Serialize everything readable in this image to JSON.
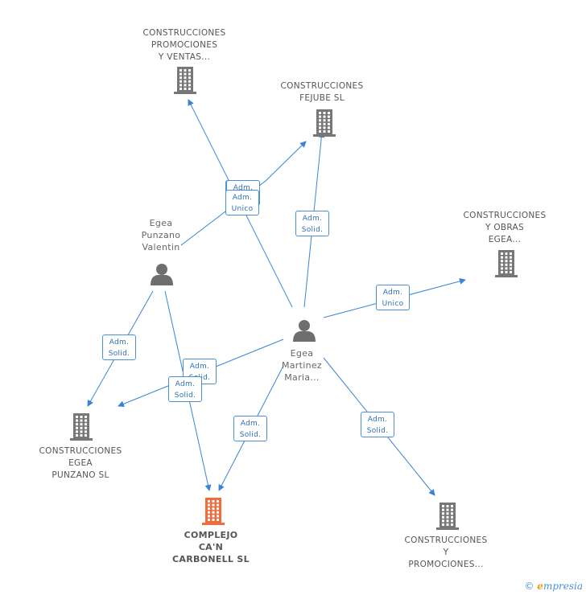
{
  "colors": {
    "edge": "#3a84d6",
    "building": "#777777",
    "focus": "#f26b3a",
    "person": "#6e6e6e"
  },
  "nodes": [
    {
      "id": "cpyv",
      "type": "company",
      "lines": [
        "CONSTRUCCIONES",
        "PROMOCIONES",
        "Y VENTAS..."
      ]
    },
    {
      "id": "fejube",
      "type": "company",
      "lines": [
        "CONSTRUCCIONES",
        "FEJUBE SL"
      ]
    },
    {
      "id": "obras",
      "type": "company",
      "lines": [
        "CONSTRUCCIONES",
        "Y OBRAS",
        "EGEA..."
      ]
    },
    {
      "id": "punzano",
      "type": "company",
      "lines": [
        "CONSTRUCCIONES",
        "EGEA",
        "PUNZANO SL"
      ]
    },
    {
      "id": "complejo",
      "type": "focus",
      "lines": [
        "COMPLEJO",
        "CA'N",
        "CARBONELL SL"
      ]
    },
    {
      "id": "cyp",
      "type": "company",
      "lines": [
        "CONSTRUCCIONES",
        "Y",
        "PROMOCIONES..."
      ]
    },
    {
      "id": "valentin",
      "type": "person",
      "lines": [
        "Egea",
        "Punzano",
        "Valentin"
      ]
    },
    {
      "id": "maria",
      "type": "person",
      "lines": [
        "Egea",
        "Martinez",
        "Maria..."
      ]
    }
  ],
  "edges": [
    {
      "from": "valentin",
      "to": "cpyv",
      "label": [
        "Adm.",
        "Unico"
      ]
    },
    {
      "from": "valentin",
      "to": "fejube",
      "label": [
        "Adm.",
        "Unico"
      ]
    },
    {
      "from": "valentin",
      "to": "punzano",
      "label": [
        "Adm.",
        "Solid."
      ]
    },
    {
      "from": "valentin",
      "to": "complejo",
      "label": [
        "Adm.",
        "Solid."
      ]
    },
    {
      "from": "maria",
      "to": "cpyv",
      "label": [
        "Adm.",
        "Unico"
      ]
    },
    {
      "from": "maria",
      "to": "fejube",
      "label": [
        "Adm.",
        "Solid."
      ]
    },
    {
      "from": "maria",
      "to": "obras",
      "label": [
        "Adm.",
        "Unico"
      ]
    },
    {
      "from": "maria",
      "to": "punzano",
      "label": [
        "Adm.",
        "Solid."
      ]
    },
    {
      "from": "maria",
      "to": "complejo",
      "label": [
        "Adm.",
        "Solid."
      ]
    },
    {
      "from": "maria",
      "to": "cyp",
      "label": [
        "Adm.",
        "Solid."
      ]
    }
  ],
  "footer": {
    "copyright": "©",
    "brand_initial": "e",
    "brand_rest": "mpresia"
  }
}
